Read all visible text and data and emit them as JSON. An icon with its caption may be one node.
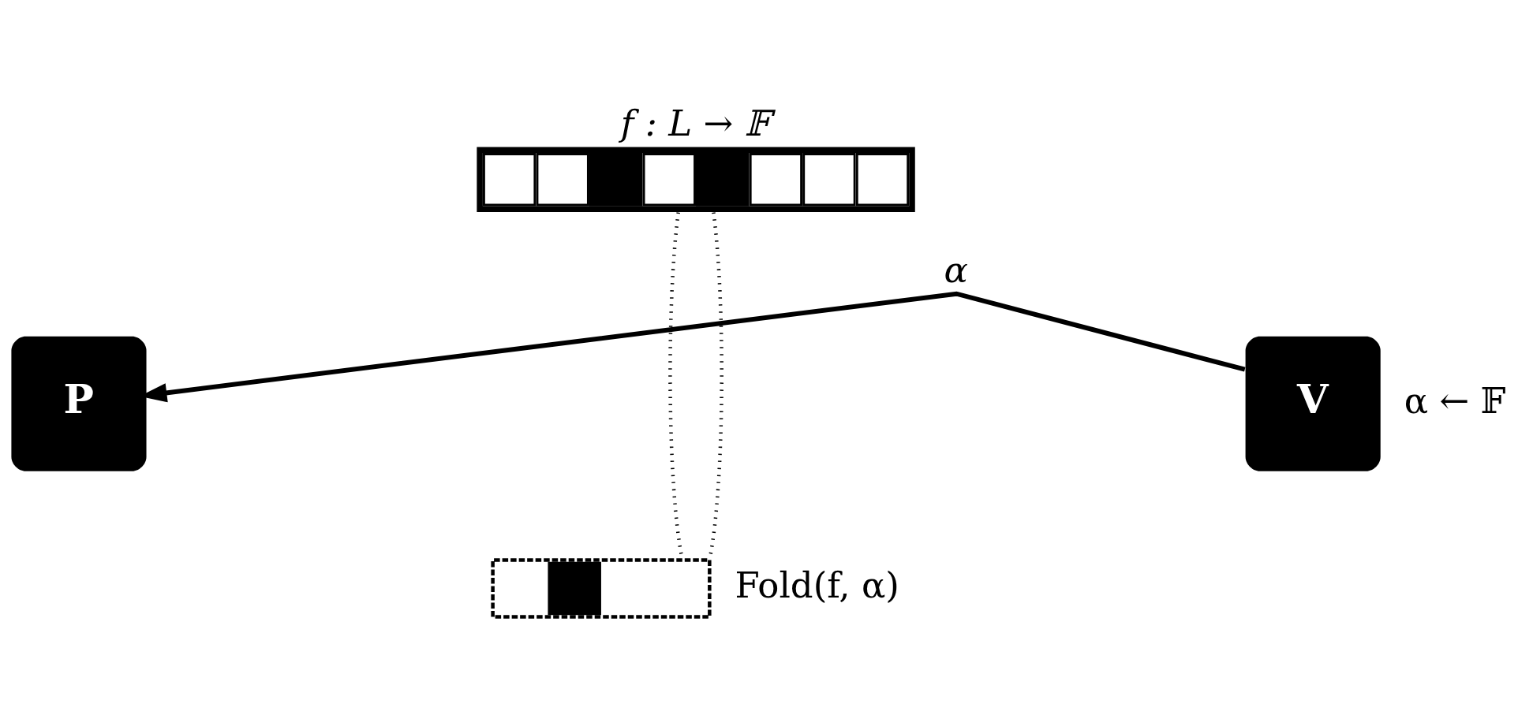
{
  "diagram": {
    "nodes": [
      {
        "text": [
          "f : L → 𝔽"
        ]
      },
      {
        "text": [
          "P"
        ]
      },
      {
        "text": [
          "V"
        ],
        "beside": [
          "α ← 𝔽"
        ]
      },
      {
        "text": [],
        "shape": "box",
        "beside": [
          "Fold(f, α)"
        ]
      }
    ],
    "edges": [
      {
        "from": 2,
        "to": 1,
        "arrow": "to",
        "label": "α"
      },
      {
        "from": 0,
        "to": 3,
        "arrow": "none",
        "style": "dashed"
      },
      {
        "from": 0,
        "to": 3,
        "arrow": "none",
        "style": "dashed"
      }
    ]
  }
}
